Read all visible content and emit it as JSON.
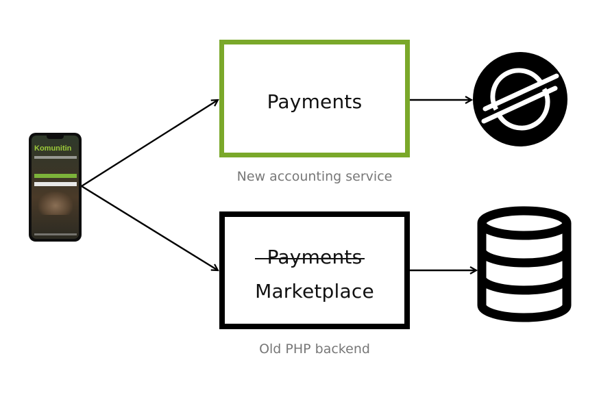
{
  "diagram": {
    "new_box": {
      "title": "Payments",
      "caption": "New accounting service",
      "border_color": "#7aa82a"
    },
    "old_box": {
      "struck_title": "Payments",
      "title": "Marketplace",
      "caption": "Old PHP backend",
      "border_color": "#000000"
    },
    "phone": {
      "app_name": "Komunitin",
      "accent_color": "#7cb33a"
    },
    "icons": {
      "stellar": "stellar-logo-icon",
      "database": "database-icon"
    }
  }
}
